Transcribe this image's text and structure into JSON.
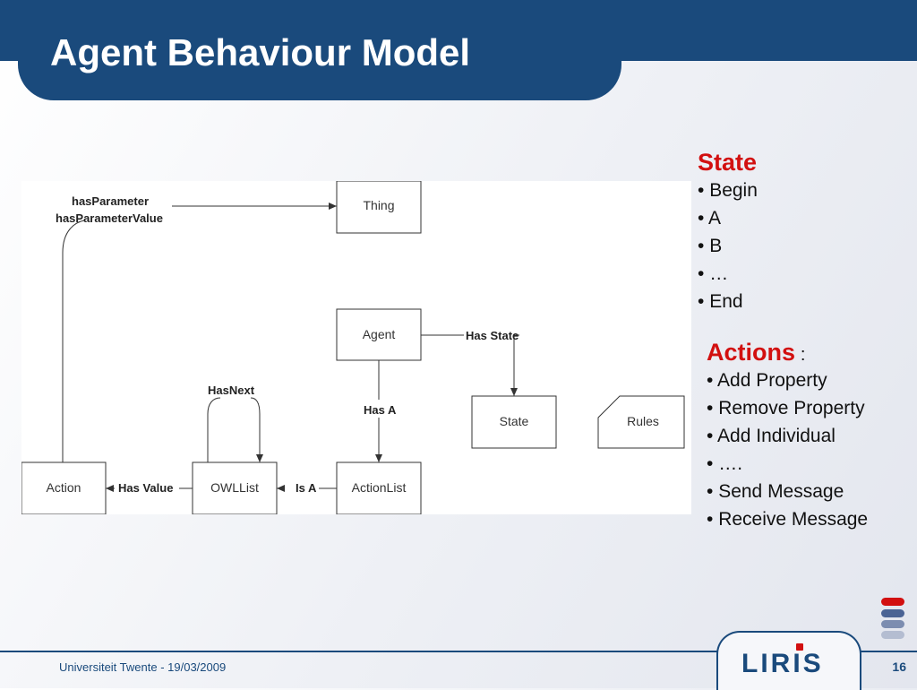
{
  "slide": {
    "title": "Agent Behaviour Model",
    "page_number": "16"
  },
  "footer": {
    "text": "Universiteit Twente - 19/03/2009",
    "logo_text": "LIRIS"
  },
  "diagram": {
    "nodes": {
      "thing": "Thing",
      "agent": "Agent",
      "state": "State",
      "rules": "Rules",
      "action": "Action",
      "owllist": "OWLList",
      "actionlist": "ActionList"
    },
    "edges": {
      "has_parameter": "hasParameter",
      "has_parameter_value": "hasParameterValue",
      "has_state": "Has State",
      "has_next": "HasNext",
      "has_a": "Has A",
      "has_value": "Has Value",
      "is_a": "Is A"
    }
  },
  "state_panel": {
    "heading": "State",
    "items": [
      "Begin",
      "A",
      "B",
      "…",
      "End"
    ]
  },
  "actions_panel": {
    "heading": "Actions",
    "colon": ":",
    "items": [
      "Add Property",
      "Remove Property",
      "Add Individual",
      "….",
      "Send Message",
      "Receive Message"
    ]
  },
  "colors": {
    "brand_blue": "#1a4a7c",
    "accent_red": "#d21010",
    "stripe_gray": "#8b9bb9"
  }
}
